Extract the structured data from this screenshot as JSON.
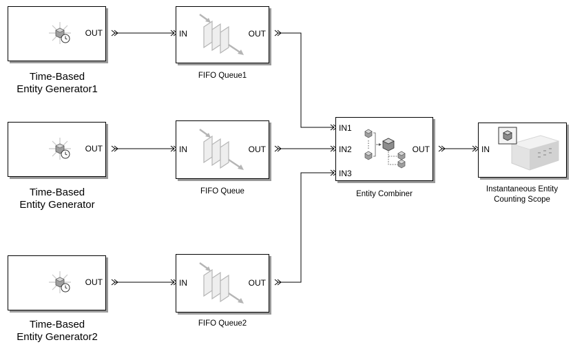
{
  "blocks": {
    "gen1": {
      "label_line1": "Time-Based",
      "label_line2": "Entity Generator1",
      "port_out": "OUT"
    },
    "gen": {
      "label_line1": "Time-Based",
      "label_line2": "Entity Generator",
      "port_out": "OUT"
    },
    "gen2": {
      "label_line1": "Time-Based",
      "label_line2": "Entity Generator2",
      "port_out": "OUT"
    },
    "q1": {
      "label": "FIFO Queue1",
      "port_in": "IN",
      "port_out": "OUT"
    },
    "q": {
      "label": "FIFO Queue",
      "port_in": "IN",
      "port_out": "OUT"
    },
    "q2": {
      "label": "FIFO Queue2",
      "port_in": "IN",
      "port_out": "OUT"
    },
    "combiner": {
      "label": "Entity Combiner",
      "port_in1": "IN1",
      "port_in2": "IN2",
      "port_in3": "IN3",
      "port_out": "OUT"
    },
    "scope": {
      "label_line1": "Instantaneous Entity",
      "label_line2": "Counting Scope",
      "port_in": "IN"
    }
  },
  "icons": {
    "generator": "entity-generator-icon",
    "queue": "fifo-queue-icon",
    "combiner": "entity-combiner-icon",
    "scope": "counting-scope-icon"
  },
  "colors": {
    "wire": "#000000",
    "block_border": "#000000",
    "block_shadow": "#9a9a9a",
    "icon_gray": "#b5b5b5"
  }
}
